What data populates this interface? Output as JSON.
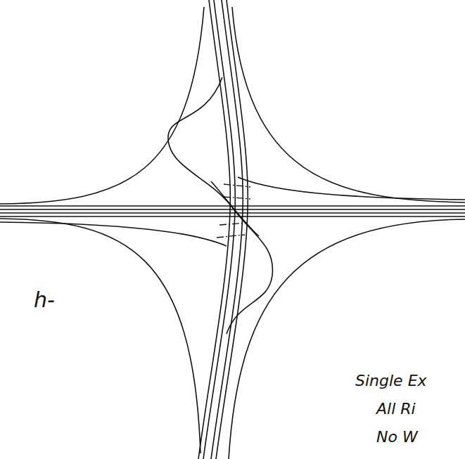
{
  "diagram": {
    "labels": [
      "h-",
      "Single Ex",
      "All Ri",
      "No W"
    ]
  }
}
